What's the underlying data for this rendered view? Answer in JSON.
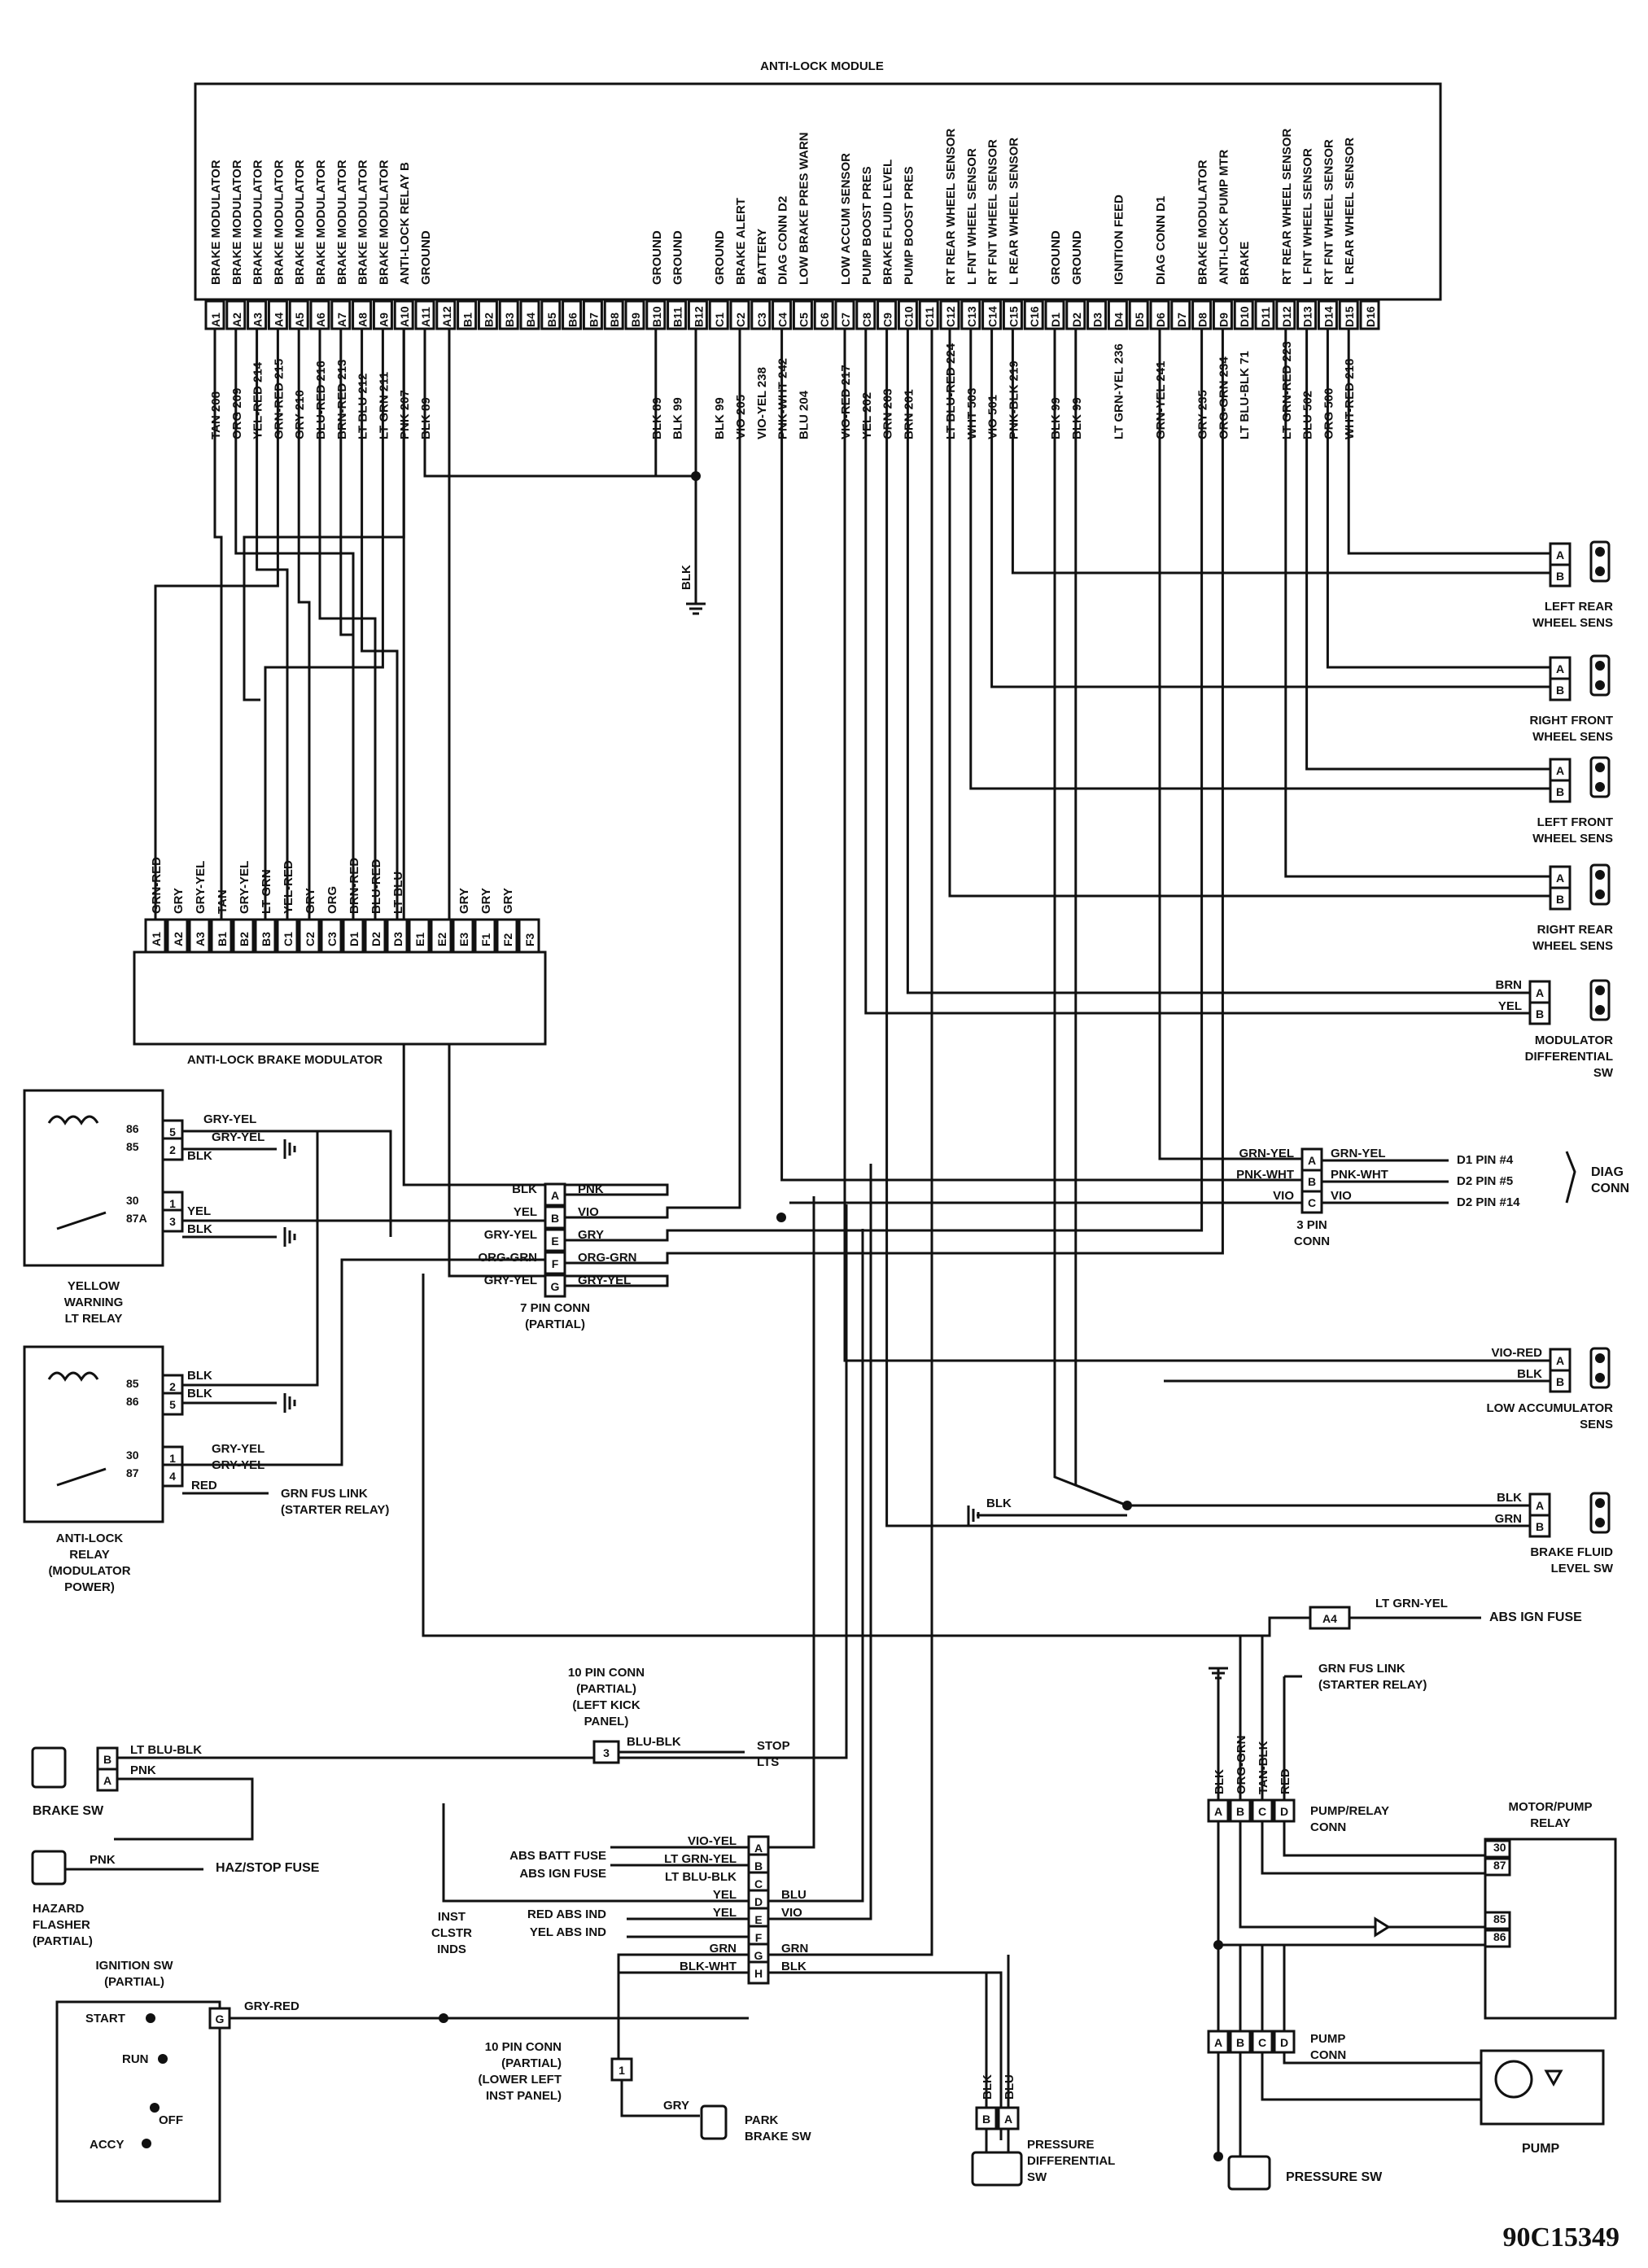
{
  "module": {
    "title": "ANTI-LOCK MODULE",
    "pins": [
      {
        "id": "A1",
        "func": "BRAKE MODULATOR",
        "wire": "TAN 208"
      },
      {
        "id": "A2",
        "func": "BRAKE MODULATOR",
        "wire": "ORG 209"
      },
      {
        "id": "A3",
        "func": "BRAKE MODULATOR",
        "wire": "YEL-RED 214"
      },
      {
        "id": "A4",
        "func": "BRAKE MODULATOR",
        "wire": "GRN-RED 215"
      },
      {
        "id": "A5",
        "func": "BRAKE MODULATOR",
        "wire": "GRY 210"
      },
      {
        "id": "A6",
        "func": "BRAKE MODULATOR",
        "wire": "BLU-RED 216"
      },
      {
        "id": "A7",
        "func": "BRAKE MODULATOR",
        "wire": "BRN-RED 213"
      },
      {
        "id": "A8",
        "func": "BRAKE MODULATOR",
        "wire": "LT BLU 212"
      },
      {
        "id": "A9",
        "func": "BRAKE MODULATOR",
        "wire": "LT GRN 211"
      },
      {
        "id": "A10",
        "func": "ANTI-LOCK RELAY B",
        "wire": "PNK 207"
      },
      {
        "id": "A11",
        "func": "GROUND",
        "wire": "BLK 89"
      },
      {
        "id": "A12",
        "func": "",
        "wire": ""
      },
      {
        "id": "B1",
        "func": "",
        "wire": ""
      },
      {
        "id": "B2",
        "func": "",
        "wire": ""
      },
      {
        "id": "B3",
        "func": "",
        "wire": ""
      },
      {
        "id": "B4",
        "func": "",
        "wire": ""
      },
      {
        "id": "B5",
        "func": "",
        "wire": ""
      },
      {
        "id": "B6",
        "func": "",
        "wire": ""
      },
      {
        "id": "B7",
        "func": "",
        "wire": ""
      },
      {
        "id": "B8",
        "func": "",
        "wire": ""
      },
      {
        "id": "B9",
        "func": "",
        "wire": ""
      },
      {
        "id": "B10",
        "func": "GROUND",
        "wire": "BLK 89"
      },
      {
        "id": "B11",
        "func": "GROUND",
        "wire": "BLK 99"
      },
      {
        "id": "B12",
        "func": "",
        "wire": ""
      },
      {
        "id": "C1",
        "func": "GROUND",
        "wire": "BLK 99"
      },
      {
        "id": "C2",
        "func": "BRAKE ALERT",
        "wire": "VIO 205"
      },
      {
        "id": "C3",
        "func": "BATTERY",
        "wire": "VIO-YEL 238"
      },
      {
        "id": "C4",
        "func": "DIAG CONN D2",
        "wire": "PNK-WHT 242"
      },
      {
        "id": "C5",
        "func": "LOW BRAKE PRES WARN",
        "wire": "BLU 204"
      },
      {
        "id": "C6",
        "func": "",
        "wire": ""
      },
      {
        "id": "C7",
        "func": "LOW ACCUM SENSOR",
        "wire": "VIO-RED 217"
      },
      {
        "id": "C8",
        "func": "PUMP BOOST PRES",
        "wire": "YEL 202"
      },
      {
        "id": "C9",
        "func": "BRAKE FLUID LEVEL",
        "wire": "GRN 203"
      },
      {
        "id": "C10",
        "func": "PUMP BOOST PRES",
        "wire": "BRN 201"
      },
      {
        "id": "C11",
        "func": "",
        "wire": ""
      },
      {
        "id": "C12",
        "func": "RT REAR WHEEL SENSOR",
        "wire": "LT BLU-RED 224"
      },
      {
        "id": "C13",
        "func": "L FNT WHEEL SENSOR",
        "wire": "WHT 503"
      },
      {
        "id": "C14",
        "func": "RT FNT WHEEL SENSOR",
        "wire": "VIO 501"
      },
      {
        "id": "C15",
        "func": "L REAR WHEEL SENSOR",
        "wire": "PNK-BLK 219"
      },
      {
        "id": "C16",
        "func": "",
        "wire": ""
      },
      {
        "id": "D1",
        "func": "GROUND",
        "wire": "BLK 99"
      },
      {
        "id": "D2",
        "func": "GROUND",
        "wire": "BLK 99"
      },
      {
        "id": "D3",
        "func": "",
        "wire": ""
      },
      {
        "id": "D4",
        "func": "IGNITION FEED",
        "wire": "LT GRN-YEL 236"
      },
      {
        "id": "D5",
        "func": "",
        "wire": ""
      },
      {
        "id": "D6",
        "func": "DIAG CONN D1",
        "wire": "GRN-YEL 241"
      },
      {
        "id": "D7",
        "func": "",
        "wire": ""
      },
      {
        "id": "D8",
        "func": "BRAKE MODULATOR",
        "wire": "GRY 235"
      },
      {
        "id": "D9",
        "func": "ANTI-LOCK PUMP MTR",
        "wire": "ORG-GRN 234"
      },
      {
        "id": "D10",
        "func": "BRAKE",
        "wire": "LT BLU-BLK 71"
      },
      {
        "id": "D11",
        "func": "",
        "wire": ""
      },
      {
        "id": "D12",
        "func": "RT REAR WHEEL SENSOR",
        "wire": "LT GRN-RED 223"
      },
      {
        "id": "D13",
        "func": "L FNT WHEEL SENSOR",
        "wire": "BLU 502"
      },
      {
        "id": "D14",
        "func": "RT FNT WHEEL SENSOR",
        "wire": "ORG 500"
      },
      {
        "id": "D15",
        "func": "L REAR WHEEL SENSOR",
        "wire": "WHT-RED 218"
      },
      {
        "id": "D16",
        "func": "",
        "wire": ""
      }
    ]
  },
  "modulator": {
    "title": "ANTI-LOCK BRAKE MODULATOR",
    "pins": [
      {
        "id": "A1",
        "wire": "GRN-RED"
      },
      {
        "id": "A2",
        "wire": "GRY"
      },
      {
        "id": "A3",
        "wire": "GRY-YEL"
      },
      {
        "id": "B1",
        "wire": "TAN"
      },
      {
        "id": "B2",
        "wire": "GRY-YEL"
      },
      {
        "id": "B3",
        "wire": "LT GRN"
      },
      {
        "id": "C1",
        "wire": "YEL-RED"
      },
      {
        "id": "C2",
        "wire": "GRY"
      },
      {
        "id": "C3",
        "wire": "ORG"
      },
      {
        "id": "D1",
        "wire": "BRN-RED"
      },
      {
        "id": "D2",
        "wire": "BLU-RED"
      },
      {
        "id": "D3",
        "wire": "LT BLU"
      },
      {
        "id": "E1",
        "wire": ""
      },
      {
        "id": "E2",
        "wire": ""
      },
      {
        "id": "E3",
        "wire": "GRY"
      },
      {
        "id": "F1",
        "wire": "GRY"
      },
      {
        "id": "F2",
        "wire": "GRY"
      },
      {
        "id": "F3",
        "wire": ""
      }
    ]
  },
  "sensors": [
    {
      "name": [
        "LEFT REAR",
        "WHEEL SENS"
      ],
      "pins": [
        "A",
        "B"
      ]
    },
    {
      "name": [
        "RIGHT FRONT",
        "WHEEL SENS"
      ],
      "pins": [
        "A",
        "B"
      ]
    },
    {
      "name": [
        "LEFT FRONT",
        "WHEEL SENS"
      ],
      "pins": [
        "A",
        "B"
      ]
    },
    {
      "name": [
        "RIGHT REAR",
        "WHEEL SENS"
      ],
      "pins": [
        "A",
        "B"
      ]
    }
  ],
  "mod_diff_sw": {
    "name": [
      "MODULATOR",
      "DIFFERENTIAL",
      "SW"
    ],
    "wires": [
      "BRN",
      "YEL"
    ],
    "pins": [
      "A",
      "B"
    ]
  },
  "diag": {
    "conn_label": [
      "3 PIN",
      "CONN"
    ],
    "pins": [
      "A",
      "B",
      "C"
    ],
    "left_wires": [
      "GRN-YEL",
      "PNK-WHT",
      "VIO"
    ],
    "right_wires": [
      "GRN-YEL",
      "PNK-WHT",
      "VIO"
    ],
    "targets": [
      "D1 PIN #4",
      "D2 PIN #5",
      "D2 PIN #14"
    ],
    "group": [
      "DIAG",
      "CONN"
    ]
  },
  "low_accum": {
    "name": [
      "LOW ACCUMULATOR",
      "SENS"
    ],
    "wires": [
      "VIO-RED",
      "BLK"
    ],
    "pins": [
      "A",
      "B"
    ]
  },
  "fluid_level": {
    "name": [
      "BRAKE FLUID",
      "LEVEL SW"
    ],
    "wires": [
      "BLK",
      "GRN"
    ],
    "pins": [
      "A",
      "B"
    ]
  },
  "seven_pin": {
    "label": [
      "7 PIN CONN",
      "(PARTIAL)"
    ],
    "pins": [
      "A",
      "B",
      "E",
      "F",
      "G"
    ],
    "left_wires": [
      "BLK",
      "YEL",
      "GRY-YEL",
      "ORG-GRN",
      "GRY-YEL"
    ],
    "right_wires": [
      "PNK",
      "VIO",
      "GRY",
      "ORG-GRN",
      "GRY-YEL"
    ]
  },
  "relay1": {
    "name": [
      "YELLOW",
      "WARNING",
      "LT RELAY"
    ],
    "terms": [
      "86",
      "85",
      "30",
      "87A"
    ],
    "pins": [
      "5",
      "2",
      "1",
      "3"
    ],
    "wires": [
      "GRY-YEL",
      "GRY-YEL",
      "BLK",
      "YEL",
      "BLK"
    ]
  },
  "relay2": {
    "name": [
      "ANTI-LOCK",
      "RELAY",
      "(MODULATOR",
      "POWER)"
    ],
    "terms": [
      "85",
      "86",
      "30",
      "87"
    ],
    "pins": [
      "2",
      "5",
      "1",
      "4"
    ],
    "wires": [
      "BLK",
      "BLK",
      "GRY-YEL",
      "GRY-YEL",
      "RED"
    ],
    "feed": [
      "GRN FUS LINK",
      "(STARTER RELAY)"
    ]
  },
  "ten_pin_kick": {
    "label": [
      "10 PIN CONN",
      "(PARTIAL)",
      "(LEFT KICK",
      "PANEL)"
    ],
    "pin": "3",
    "wire": "BLU-BLK",
    "target": [
      "STOP",
      "LTS"
    ]
  },
  "brake_sw": {
    "name": "BRAKE SW",
    "pins": [
      "B",
      "A"
    ],
    "wires": [
      "LT BLU-BLK",
      "PNK"
    ]
  },
  "hazard": {
    "name": [
      "HAZARD",
      "FLASHER",
      "(PARTIAL)"
    ],
    "wire": "PNK",
    "target": "HAZ/STOP FUSE"
  },
  "cluster": {
    "label": [
      "INST",
      "CLSTR",
      "INDS"
    ],
    "pins": [
      "A",
      "B",
      "C",
      "D",
      "E",
      "F",
      "G",
      "H"
    ],
    "left": [
      "ABS BATT FUSE",
      "ABS IGN FUSE",
      "RED ABS IND",
      "YEL ABS IND"
    ],
    "left_wires": [
      "VIO-YEL",
      "LT GRN-YEL",
      "LT BLU-BLK",
      "YEL",
      "YEL",
      "",
      "GRN",
      "BLK-WHT"
    ],
    "right_wires": [
      "",
      "",
      "",
      "BLU",
      "VIO",
      "",
      "GRN",
      "BLK"
    ]
  },
  "ignition": {
    "name": [
      "IGNITION SW",
      "(PARTIAL)"
    ],
    "positions": [
      "START",
      "RUN",
      "OFF",
      "ACCY"
    ],
    "pin": "G",
    "wire": "GRY-RED"
  },
  "ten_pin_lower": {
    "label": [
      "10 PIN CONN",
      "(PARTIAL)",
      "(LOWER LEFT",
      "INST PANEL)"
    ],
    "pin": "1",
    "wire": "GRY"
  },
  "park_brake": {
    "name": [
      "PARK",
      "BRAKE SW"
    ]
  },
  "pressure_diff": {
    "name": [
      "PRESSURE",
      "DIFFERENTIAL",
      "SW"
    ],
    "wires": [
      "BLK",
      "BLU"
    ],
    "pins": [
      "B",
      "A"
    ]
  },
  "abs_ign_fuse": {
    "pin": "A4",
    "wire": "LT GRN-YEL",
    "target": "ABS IGN FUSE"
  },
  "pump_relay_conn": {
    "label": [
      "PUMP/RELAY",
      "CONN"
    ],
    "pins": [
      "A",
      "B",
      "C",
      "D"
    ],
    "wires": [
      "BLK",
      "ORG-GRN",
      "TAN-BLK",
      "RED"
    ],
    "feed": [
      "GRN FUS LINK",
      "(STARTER RELAY)"
    ]
  },
  "motor_relay": {
    "name": [
      "MOTOR/PUMP",
      "RELAY"
    ],
    "terms": [
      "30",
      "87",
      "85",
      "86"
    ]
  },
  "pump_conn": {
    "label": [
      "PUMP",
      "CONN"
    ],
    "pins": [
      "A",
      "B",
      "C",
      "D"
    ]
  },
  "pump": {
    "name": "PUMP"
  },
  "pressure_sw": {
    "name": "PRESSURE SW"
  },
  "ground_labels": {
    "blk": "BLK",
    "blk2": "BLK"
  },
  "figure_id": "90C15349"
}
